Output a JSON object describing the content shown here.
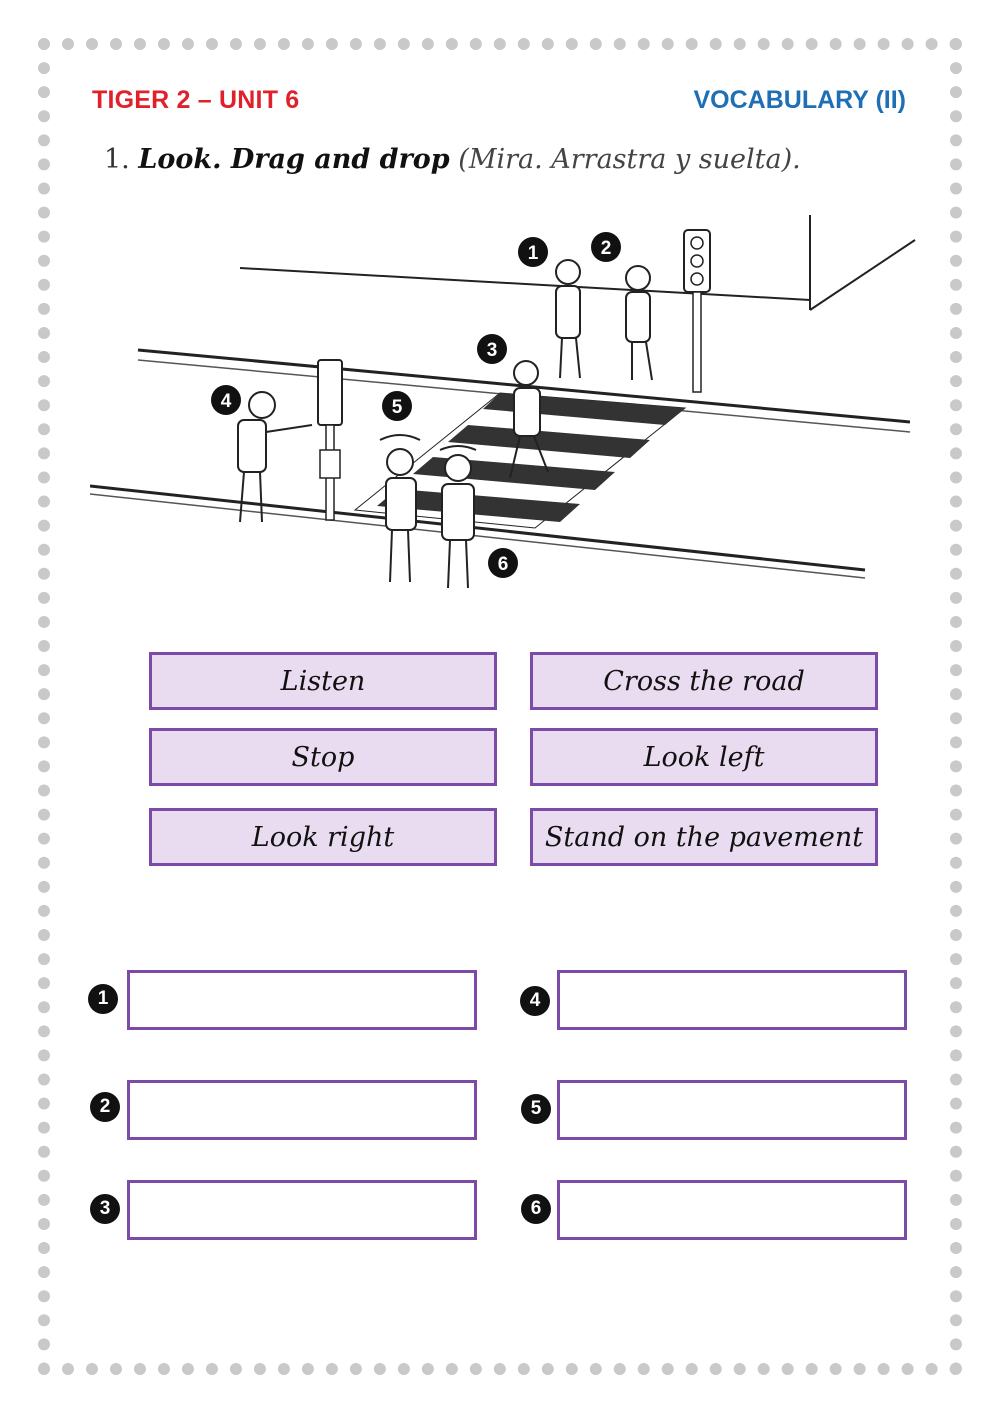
{
  "header": {
    "left": "TIGER 2 – UNIT 6",
    "right": "VOCABULARY (II)"
  },
  "instruction": {
    "number": "1.",
    "bold": "Look. Drag and drop",
    "paren": "(Mira. Arrastra y suelta)."
  },
  "scene": {
    "labels": [
      "1",
      "2",
      "3",
      "4",
      "5",
      "6"
    ]
  },
  "tiles": [
    "Listen",
    "Cross the road",
    "Stop",
    "Look left",
    "Look right",
    "Stand on the pavement"
  ],
  "answers": [
    "1",
    "2",
    "3",
    "4",
    "5",
    "6"
  ]
}
